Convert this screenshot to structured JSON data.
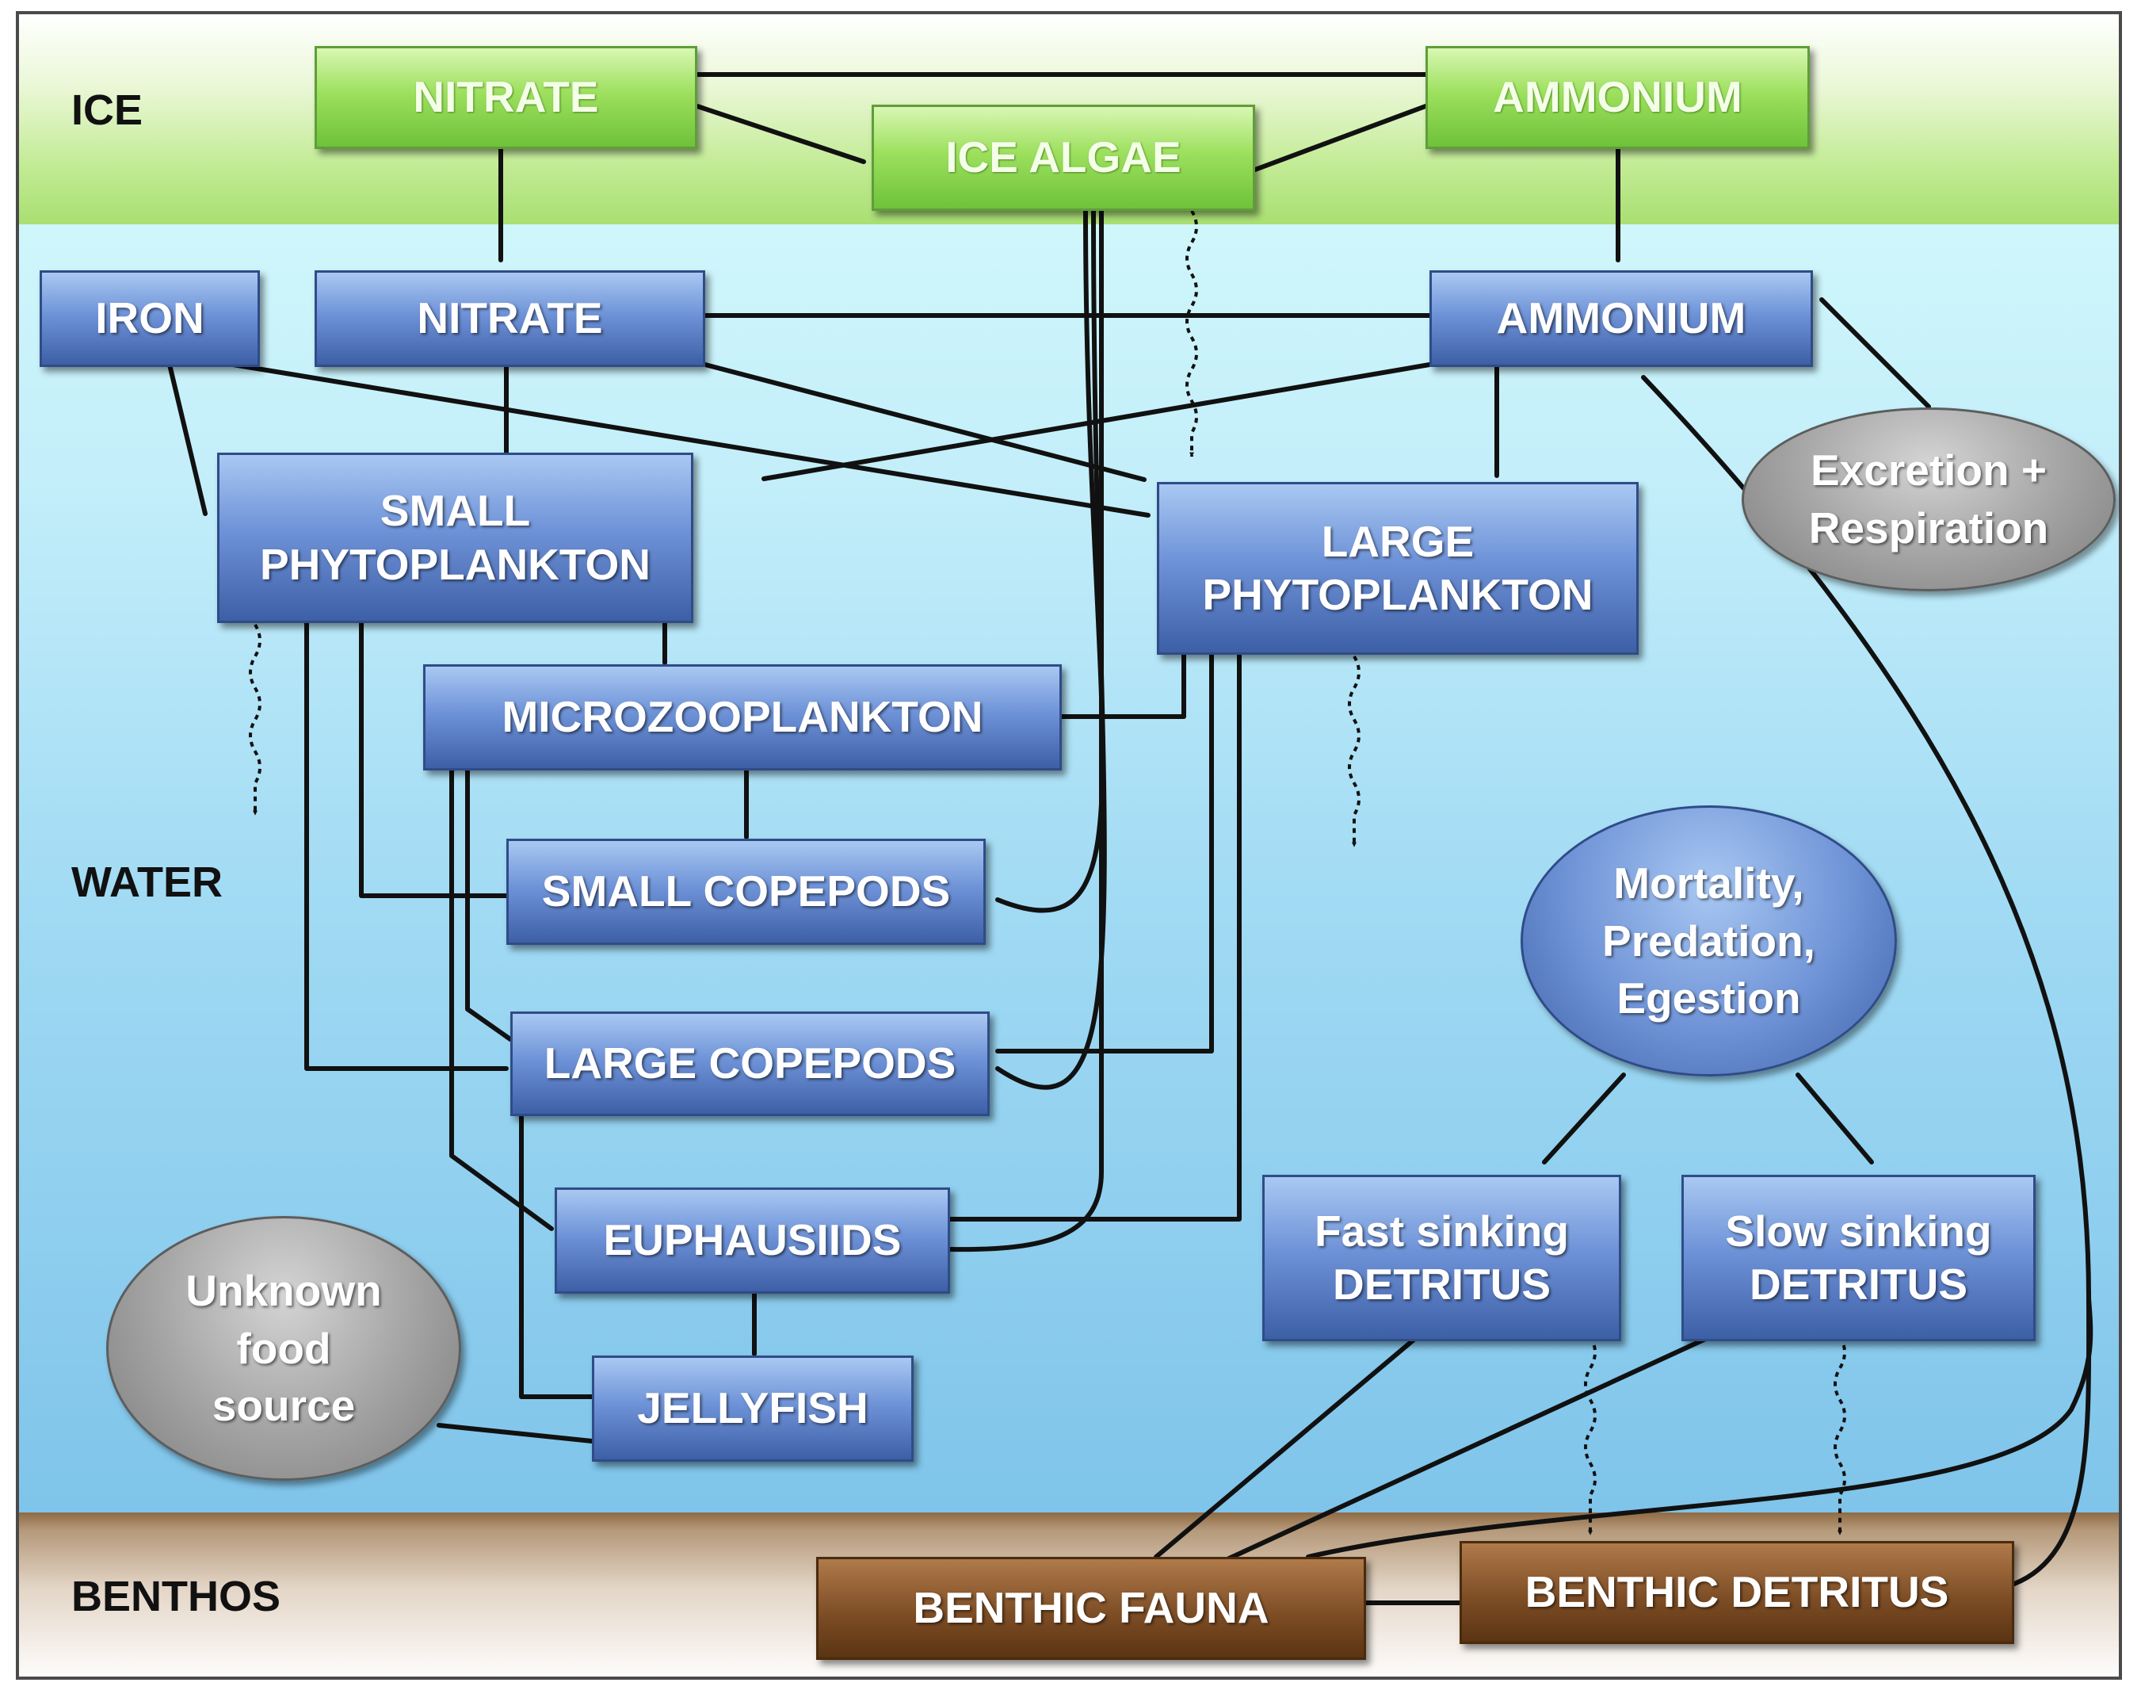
{
  "zones": {
    "ice": "ICE",
    "water": "WATER",
    "benthos": "BENTHOS"
  },
  "nodes": {
    "nitrate_ice": "NITRATE",
    "ammonium_ice": "AMMONIUM",
    "ice_algae": "ICE ALGAE",
    "iron": "IRON",
    "nitrate": "NITRATE",
    "ammonium": "AMMONIUM",
    "small_phyto": "SMALL\nPHYTOPLANKTON",
    "large_phyto": "LARGE\nPHYTOPLANKTON",
    "microzoo": "MICROZOOPLANKTON",
    "small_copepods": "SMALL COPEPODS",
    "large_copepods": "LARGE COPEPODS",
    "euphausiids": "EUPHAUSIIDS",
    "jellyfish": "JELLYFISH",
    "fast_detritus": "Fast sinking\nDETRITUS",
    "slow_detritus": "Slow sinking\nDETRITUS",
    "benthic_fauna": "BENTHIC FAUNA",
    "benthic_detritus": "BENTHIC DETRITUS",
    "excretion": "Excretion +\nRespiration",
    "mortality": "Mortality,\nPredation,\nEgestion",
    "unknown_food": "Unknown\nfood\nsource"
  },
  "colors": {
    "ice_box": "#8fd752",
    "water_box": "#5b7fc6",
    "benthic_box": "#7a4a22",
    "process_oval": "#9e9e9e",
    "arrow": "#111111"
  }
}
